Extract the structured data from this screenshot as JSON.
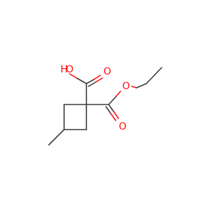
{
  "molecule": {
    "atoms": {
      "hydroxyl_h": "H",
      "hydroxyl_o": "O",
      "acid_carbonyl_o": "O",
      "ester_o": "O",
      "ester_carbonyl_o": "O"
    }
  },
  "colors": {
    "bond": "#3a3a3a",
    "oxygen": "#ff0d0d",
    "background": "#ffffff"
  }
}
